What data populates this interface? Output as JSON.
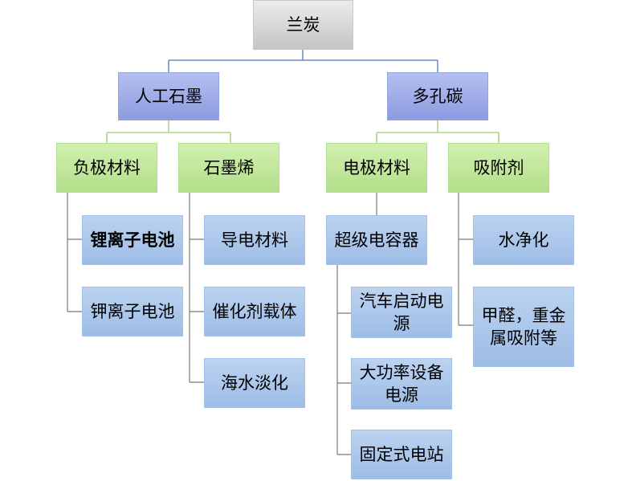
{
  "colors": {
    "root": "#c9c9c9",
    "level1": "#8f9ee1",
    "level2": "#b5df8f",
    "leaf": "#a3c0e6",
    "line_blue": "#4a78b8",
    "line_green": "#9acd6e"
  },
  "tree": {
    "root": "兰炭",
    "artificial_graphite": {
      "label": "人工石墨",
      "anode_material": {
        "label": "负极材料",
        "items": [
          "锂离子电池",
          "钾离子电池"
        ]
      },
      "graphene": {
        "label": "石墨烯",
        "items": [
          "导电材料",
          "催化剂载体",
          "海水淡化"
        ]
      }
    },
    "porous_carbon": {
      "label": "多孔碳",
      "electrode_material": {
        "label": "电极材料",
        "supercapacitor": {
          "label": "超级电容器",
          "items": [
            "汽车启动电源",
            "大功率设备电源",
            "固定式电站"
          ]
        }
      },
      "adsorbent": {
        "label": "吸附剂",
        "items": [
          "水净化",
          "甲醛，重金属吸附等"
        ]
      }
    }
  }
}
